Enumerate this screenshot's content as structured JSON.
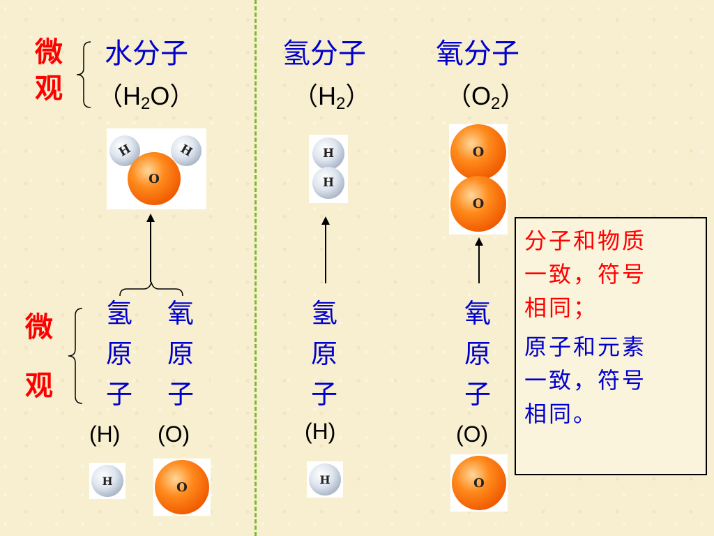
{
  "top_label": {
    "line1": "微",
    "line2": "观"
  },
  "bottom_label": {
    "line1": "微",
    "line2": "观"
  },
  "molecules": {
    "water": {
      "name": "水分子",
      "open": "（",
      "symbol": "H",
      "sub": "2",
      "symbol2": "O",
      "close": "）"
    },
    "hydrogen": {
      "name": "氢分子",
      "open": "（",
      "symbol": "H",
      "sub": "2",
      "close": "）"
    },
    "oxygen": {
      "name": "氧分子",
      "open": "（",
      "symbol": "O",
      "sub": "2",
      "close": "）"
    }
  },
  "atom_labels": {
    "H": "H",
    "O": "O"
  },
  "atoms": {
    "water_h": {
      "c1": "氢",
      "c2": "原",
      "c3": "子",
      "sym": "(H)"
    },
    "water_o": {
      "c1": "氧",
      "c2": "原",
      "c3": "子",
      "sym": "(O)"
    },
    "hydrogen": {
      "c1": "氢",
      "c2": "原",
      "c3": "子",
      "sym": "(H)"
    },
    "oxygen": {
      "c1": "氧",
      "c2": "原",
      "c3": "子",
      "sym": "(O)"
    }
  },
  "note": {
    "red_line1": "分子和物质",
    "red_line2": "一致，符号",
    "red_line3": "相同；",
    "blue_line1": "原子和元素",
    "blue_line2": "一致，符号",
    "blue_line3": "相同。"
  },
  "colors": {
    "label_red": "#ff0000",
    "text_blue": "#0000cc",
    "divider_green": "#7cb92e",
    "hydrogen_atom": "#c7d0dc",
    "oxygen_atom": "#f26a00"
  }
}
